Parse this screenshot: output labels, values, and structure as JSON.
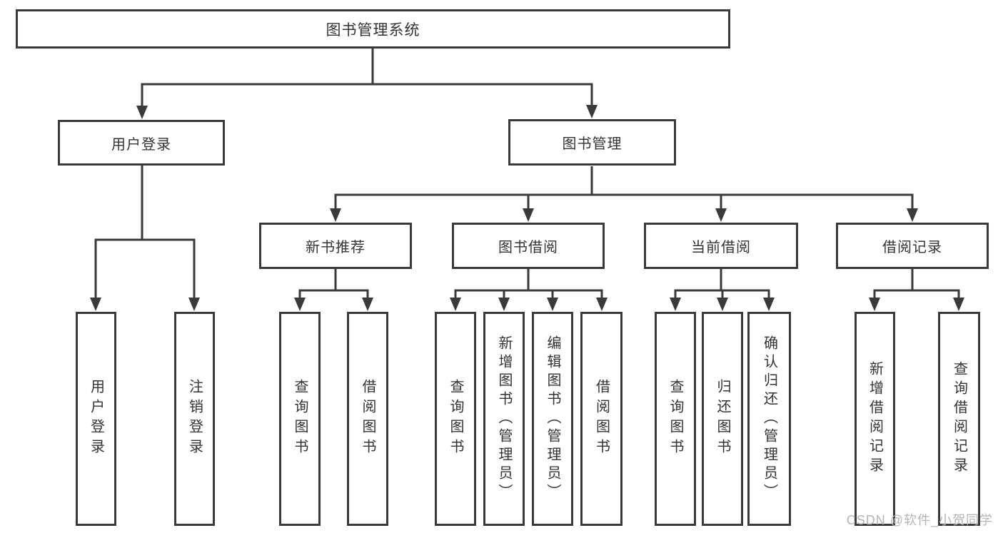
{
  "diagram": {
    "title": "图书管理系统",
    "tree": {
      "label": "图书管理系统",
      "children": [
        {
          "label": "用户登录",
          "children": [
            {
              "label": "用户登录"
            },
            {
              "label": "注销登录"
            }
          ]
        },
        {
          "label": "图书管理",
          "children": [
            {
              "label": "新书推荐",
              "children": [
                {
                  "label": "查询图书"
                },
                {
                  "label": "借阅图书"
                }
              ]
            },
            {
              "label": "图书借阅",
              "children": [
                {
                  "label": "查询图书"
                },
                {
                  "label": "新增图书（管理员）"
                },
                {
                  "label": "编辑图书（管理员）"
                },
                {
                  "label": "借阅图书"
                }
              ]
            },
            {
              "label": "当前借阅",
              "children": [
                {
                  "label": "查询图书"
                },
                {
                  "label": "归还图书"
                },
                {
                  "label": "确认归还（管理员）"
                }
              ]
            },
            {
              "label": "借阅记录",
              "children": [
                {
                  "label": "新增借阅记录"
                },
                {
                  "label": "查询借阅记录"
                }
              ]
            }
          ]
        }
      ]
    }
  },
  "watermark": {
    "text": "CSDN @软件_小贺同学"
  },
  "colors": {
    "line": "#3a3a3a",
    "box_border": "#3a3a3a",
    "text": "#333333",
    "watermark": "#b5b5b5",
    "background": "#ffffff"
  }
}
